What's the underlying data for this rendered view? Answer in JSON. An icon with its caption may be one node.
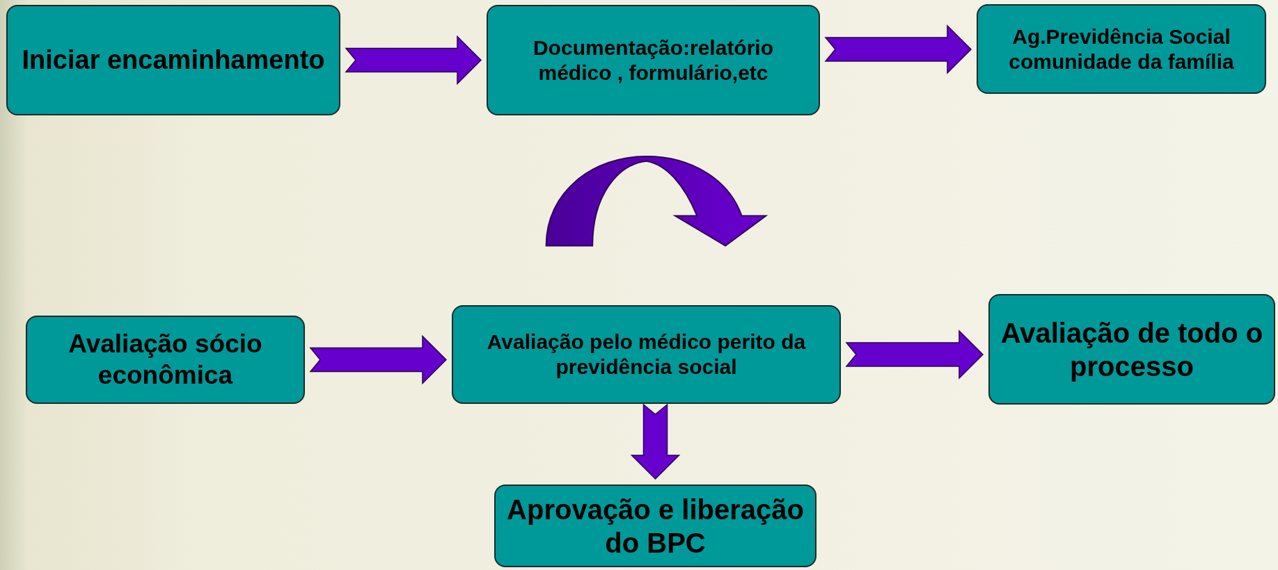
{
  "diagram": {
    "nodes": [
      {
        "text": [
          "Iniciar encaminhamento"
        ]
      },
      {
        "text": [
          "Documentação:relatório médico , formulário,etc"
        ]
      },
      {
        "text": [
          "Ag.Previdência Social comunidade da família"
        ]
      },
      {
        "text": [
          "Avaliação sócio econômica"
        ]
      },
      {
        "text": [
          "Avaliação pelo médico perito da previdência social"
        ]
      },
      {
        "text": [
          "Avaliação de todo o processo"
        ]
      },
      {
        "text": [
          "Aprovação e liberação do BPC"
        ]
      }
    ],
    "edges": [
      {
        "from": 0,
        "to": 1,
        "arrow": "to"
      },
      {
        "from": 1,
        "to": 2,
        "arrow": "to"
      },
      {
        "from": 3,
        "to": 4,
        "arrow": "to"
      },
      {
        "from": 4,
        "to": 5,
        "arrow": "to"
      },
      {
        "from": 4,
        "to": 6,
        "arrow": "to"
      }
    ]
  }
}
